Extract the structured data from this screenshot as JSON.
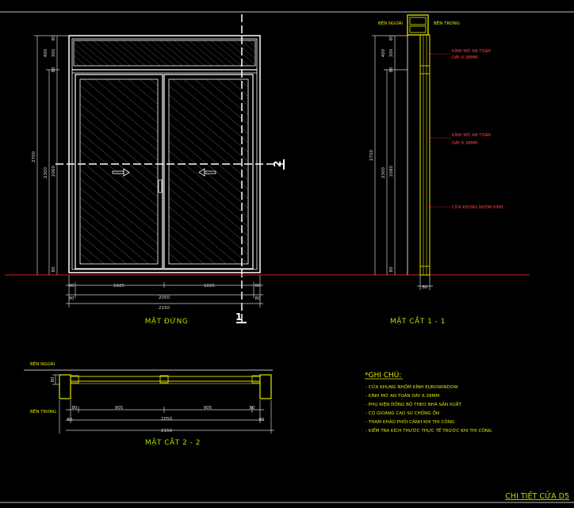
{
  "colors": {
    "bg": "#000000",
    "frame": "#ffffff",
    "dim": "#d9d9d9",
    "accent": "#e2e600",
    "title": "#a8e000",
    "groundline": "#e0161b",
    "note_red": "#ff2a2a",
    "glass_hatch": "#9a9a9a"
  },
  "elevation": {
    "title": "MẶT ĐỨNG",
    "left_dims": {
      "overall": "2700",
      "mid": "2300",
      "top": "400",
      "sub_a": "300",
      "sub_b": "80",
      "sub_c": "80",
      "sub_d": "2060",
      "sub_e": "80"
    },
    "bottom_dims": {
      "row1": [
        "80",
        "1025",
        "1025",
        "80"
      ],
      "row2": [
        "80",
        "2050",
        "80"
      ],
      "row3": "2150"
    },
    "section_mark_1": "1",
    "section_mark_2": "2"
  },
  "section_1_1": {
    "title": "MẶT CẮT 1 - 1",
    "label_outside": "BÊN NGOÀI",
    "label_inside": "BÊN TRONG",
    "note_a": "KÍNH MỜ AN TOÀN",
    "note_a2": "DÀY 6.38MM",
    "note_b": "KÍNH MỜ AN TOÀN",
    "note_b2": "DÀY 6.38MM",
    "note_c": "CỬA KHUNG NHÔM KÍNH",
    "left_dims": {
      "overall": "2700",
      "mid": "2300",
      "top": "400",
      "sub_a": "300",
      "sub_b": "80",
      "sub_c": "80",
      "sub_d": "2080",
      "sub_e": "80"
    },
    "bottom_dim": "80"
  },
  "section_2_2": {
    "title": "MẶT CẮT 2 - 2",
    "label_outside": "BÊN NGOÀI",
    "label_inside": "BÊN TRONG",
    "left_dim": "80",
    "dims_row1": [
      "80",
      "905",
      "905",
      "80"
    ],
    "dims_row2": [
      "80",
      "2050",
      "80"
    ],
    "dims_row3": "2150"
  },
  "notes": {
    "heading": "*GHI CHÚ:",
    "items": [
      "- CỬA KHUNG NHÔM KÍNH EUROWINDOW",
      "- KÍNH MỜ AN TOÀN DÀY 6.38MM",
      "- PHỤ KIỆN ĐỒNG BỘ THEO NHÀ SẢN XUẤT",
      "- CÓ GIOĂNG CAO SU CHỐNG ỒN",
      "- THAM KHẢO PHỐI CẢNH KHI THI CÔNG",
      "- KIỂM TRA KÍCH THƯỚC THỰC TẾ TRƯỚC KHI THI CÔNG"
    ]
  },
  "sheet_title": "CHI TIẾT CỬA D5"
}
